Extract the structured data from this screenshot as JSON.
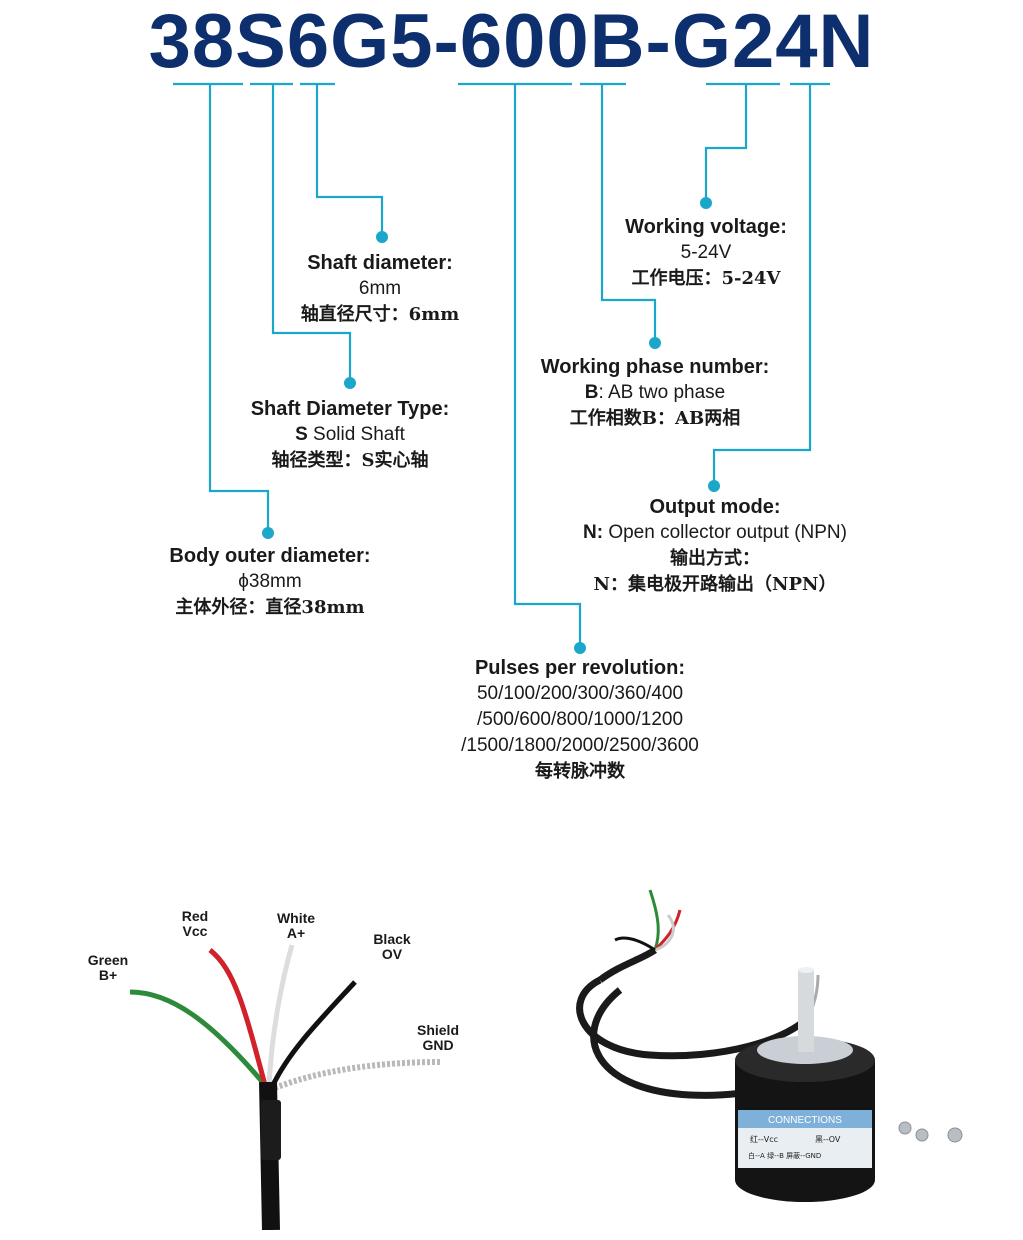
{
  "model_code": "38S6G5-600B-G24N",
  "line_color": "#1aa7c9",
  "title_color": "#0d2f6e",
  "specs": {
    "shaft_diameter": {
      "heading": "Shaft diameter:",
      "value": "6mm",
      "cn": "轴直径尺寸：6mm"
    },
    "shaft_type": {
      "heading": "Shaft Diameter Type:",
      "code": "S",
      "value": " Solid Shaft",
      "cn": "轴径类型：S实心轴"
    },
    "body_diameter": {
      "heading": "Body outer diameter:",
      "value": "ϕ38mm",
      "cn": "主体外径：直径38mm"
    },
    "voltage": {
      "heading": "Working voltage:",
      "value": "5-24V",
      "cn": "工作电压：5-24V"
    },
    "phase": {
      "heading": "Working phase number:",
      "code": "B",
      "value": ": AB two phase",
      "cn": "工作相数B：AB两相"
    },
    "output": {
      "heading": "Output mode:",
      "code": "N:",
      "value": " Open collector output (NPN)",
      "cn1": "输出方式：",
      "cn2": "N：集电极开路输出（NPN）"
    },
    "pulses": {
      "heading": "Pulses per revolution:",
      "line1": "50/100/200/300/360/400",
      "line2": "/500/600/800/1000/1200",
      "line3": "/1500/1800/2000/2500/3600",
      "cn": "每转脉冲数"
    }
  },
  "wires": {
    "green": {
      "color": "Green",
      "signal": "B+"
    },
    "red": {
      "color": "Red",
      "signal": "Vcc"
    },
    "white": {
      "color": "White",
      "signal": "A+"
    },
    "black": {
      "color": "Black",
      "signal": "OV"
    },
    "shield": {
      "color": "Shield",
      "signal": "GND"
    }
  },
  "encoder_label": {
    "band": "CONNECTIONS",
    "row1a": "红--Vcc",
    "row1b": "黑--OV",
    "row2": "白--A 绿--B 屏蔽--GND"
  }
}
